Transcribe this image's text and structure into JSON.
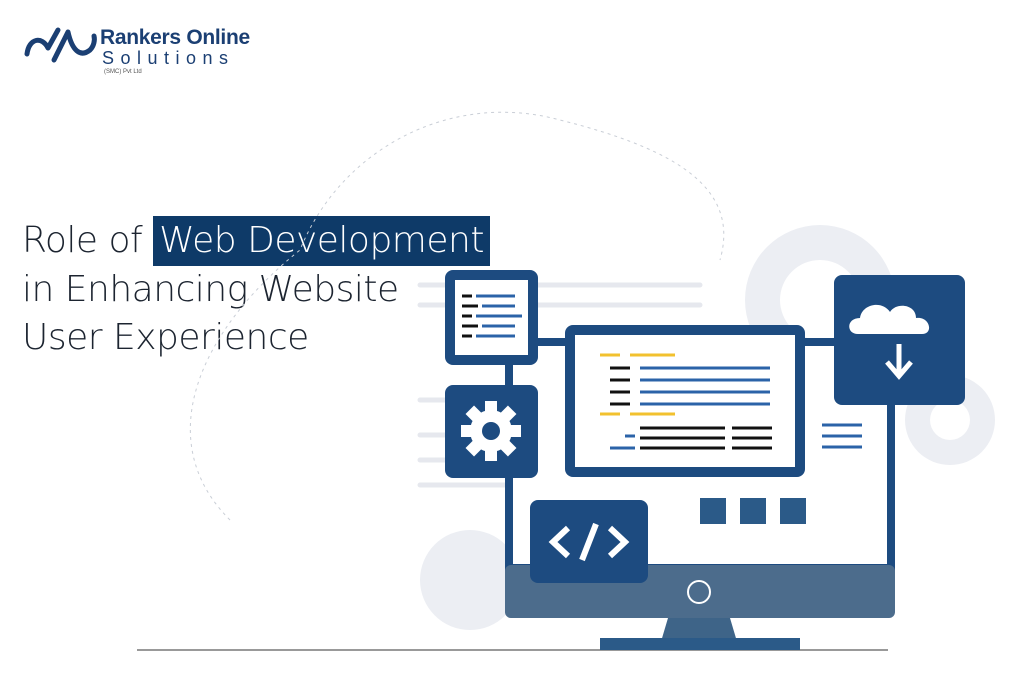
{
  "logo": {
    "name": "Rankers Online",
    "sub": "Solutions",
    "suffix": "(SMC) Pvt Ltd"
  },
  "headline": {
    "prefix": "Role of",
    "highlight": "Web Development",
    "line2": "in Enhancing Website",
    "line3": "User Experience"
  },
  "colors": {
    "navy": "#0e3a68",
    "frame": "#1d4b80",
    "accent": "#f2c12e",
    "stand": "#4c6c8c"
  }
}
